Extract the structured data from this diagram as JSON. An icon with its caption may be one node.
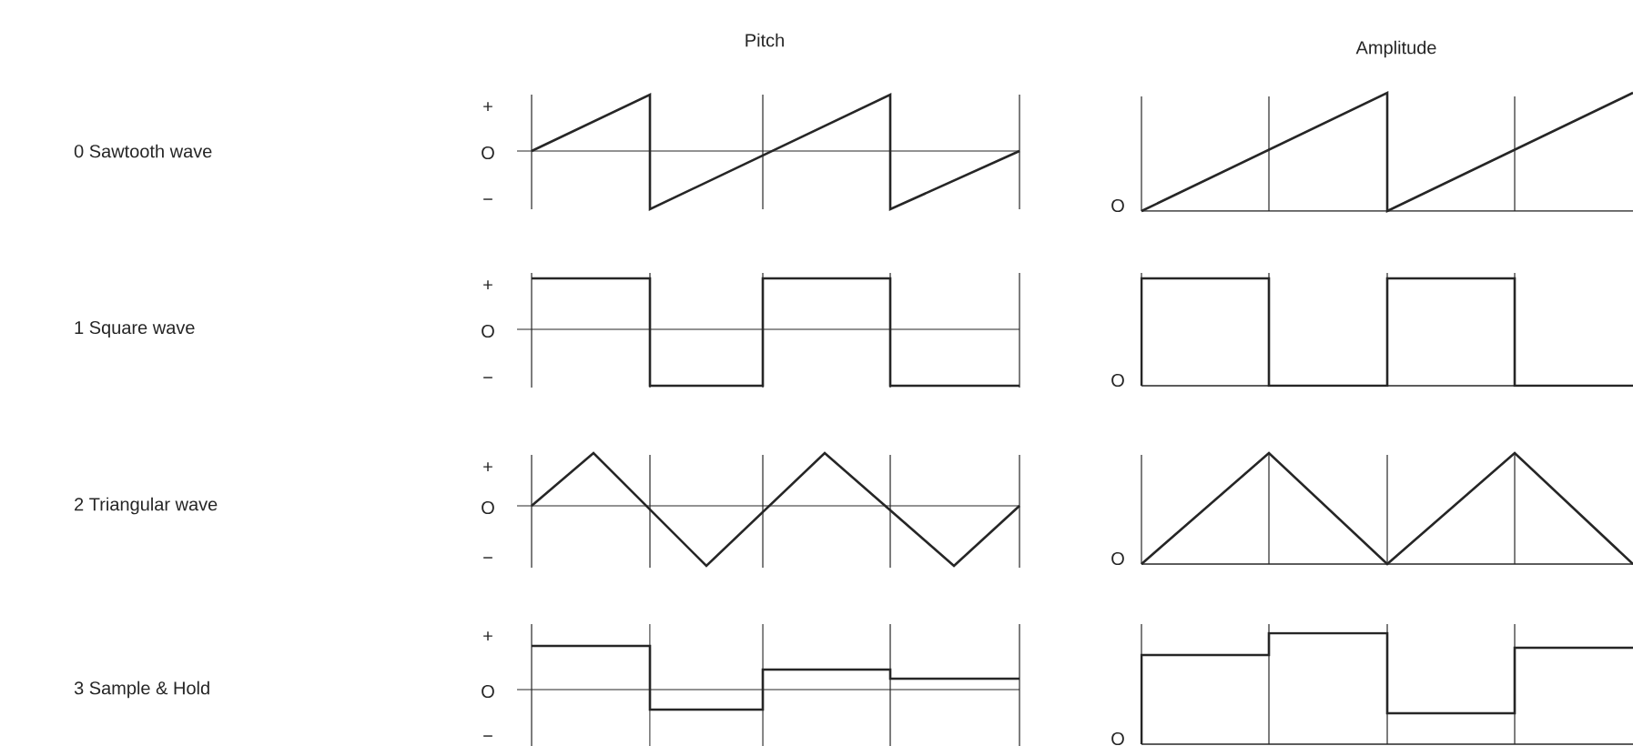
{
  "diagram": {
    "labels": [
      "Pitch",
      "Amplitude",
      "0 Sawtooth wave",
      "+",
      "O",
      "−",
      "O",
      "1 Square wave",
      "+",
      "O",
      "−",
      "O",
      "2 Triangular wave",
      "+",
      "O",
      "−",
      "O",
      "3 Sample & Hold",
      "+",
      "O",
      "−",
      "O"
    ]
  }
}
